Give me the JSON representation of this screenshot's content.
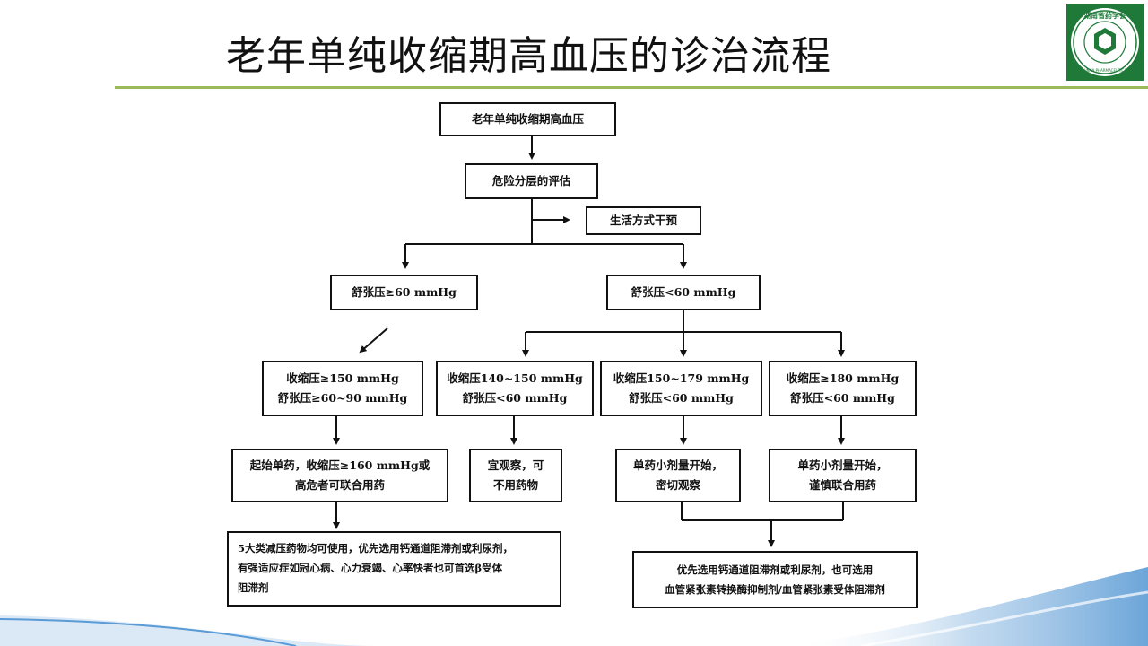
{
  "title": "老年单纯收缩期高血压的诊治流程",
  "colors": {
    "title_rule": "#9bbb59",
    "logo_green": "#1f7a3a",
    "wave_blue": "#5b9bd5"
  },
  "logo": {
    "text": "湖南省药学会",
    "subtext": "HUNAN PHARMACEUTICAL ASSOCIATION"
  },
  "flow": {
    "root": "老年单纯收缩期高血压",
    "risk": "危险分层的评估",
    "lifestyle": "生活方式干预",
    "left_branch": "舒张压≥60 mmHg",
    "right_branch": "舒张压<60 mmHg",
    "left_level": [
      "收缩压≥150 mmHg",
      "舒张压≥60~90 mmHg"
    ],
    "left_treat": [
      "起始单药，收缩压≥160 mmHg或",
      "高危者可联合用药"
    ],
    "left_final": [
      "5大类减压药物均可使用，优先选用钙通道阻滞剂或利尿剂，",
      "有强适应症如冠心病、心力衰竭、心率快者也可首选β受体",
      "阻滞剂"
    ],
    "r1_level": [
      "收缩压140~150 mmHg",
      "舒张压<60 mmHg"
    ],
    "r2_level": [
      "收缩压150~179 mmHg",
      "舒张压<60 mmHg"
    ],
    "r3_level": [
      "收缩压≥180 mmHg",
      "舒张压<60 mmHg"
    ],
    "r1_treat": [
      "宜观察，可",
      "不用药物"
    ],
    "r2_treat": [
      "单药小剂量开始，",
      "密切观察"
    ],
    "r3_treat": [
      "单药小剂量开始，",
      "谨慎联合用药"
    ],
    "right_final": [
      "优先选用钙通道阻滞剂或利尿剂，也可选用",
      "血管紧张素转换酶抑制剂/血管紧张素受体阻滞剂"
    ]
  }
}
